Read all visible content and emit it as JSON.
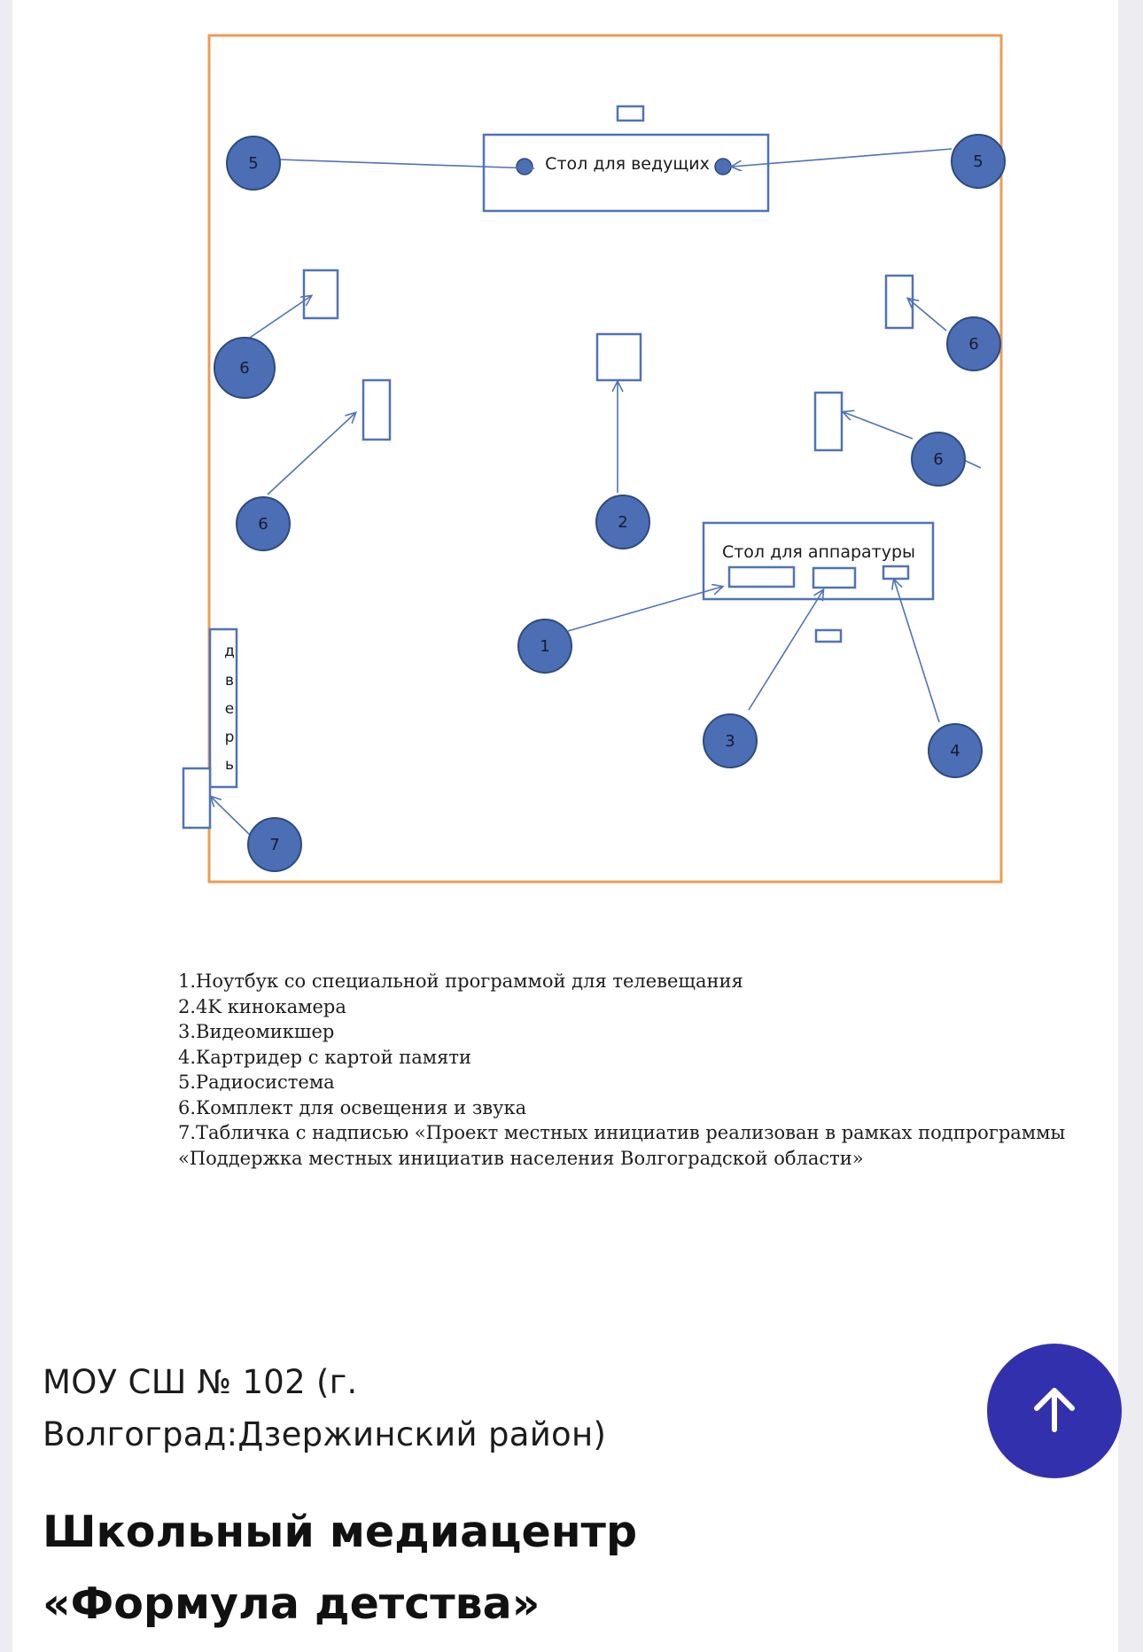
{
  "diagram": {
    "presenter_table_label": "Стол для ведущих",
    "equipment_table_label": "Стол для аппаратуры",
    "door_letters": [
      "д",
      "в",
      "е",
      "р",
      "ь"
    ],
    "markers": {
      "m5a": "5",
      "m5b": "5",
      "m6a": "6",
      "m6b": "6",
      "m6c": "6",
      "m6d": "6",
      "m2": "2",
      "m1": "1",
      "m3": "3",
      "m4": "4",
      "m7": "7"
    },
    "colors": {
      "room_border": "#ef9b54",
      "shape_stroke": "#4f73b8",
      "marker_fill": "#4b6eb5",
      "marker_stroke": "#2e4a80"
    }
  },
  "legend": {
    "items": [
      "1.Ноутбук со специальной программой для  телевещания",
      "2.4K кинокамера",
      "3.Видеомикшер",
      "4.Картридер с  картой  памяти",
      "5.Радиосистема",
      "6.Комплект для освещения и звука",
      "7.Табличка с надписью «Проект местных инициатив реализован в рамках подпрограммы",
      "«Поддержка местных инициатив населения Волгоградской области»"
    ]
  },
  "school": {
    "line1": "МОУ СШ № 102 (г.",
    "line2": "Волгоград:Дзержинский район)"
  },
  "project": {
    "line1": "Школьный медиацентр",
    "line2": "«Формула детства»"
  },
  "scroll_top_button": {
    "icon": "arrow-up-icon",
    "color": "#3330ad"
  }
}
